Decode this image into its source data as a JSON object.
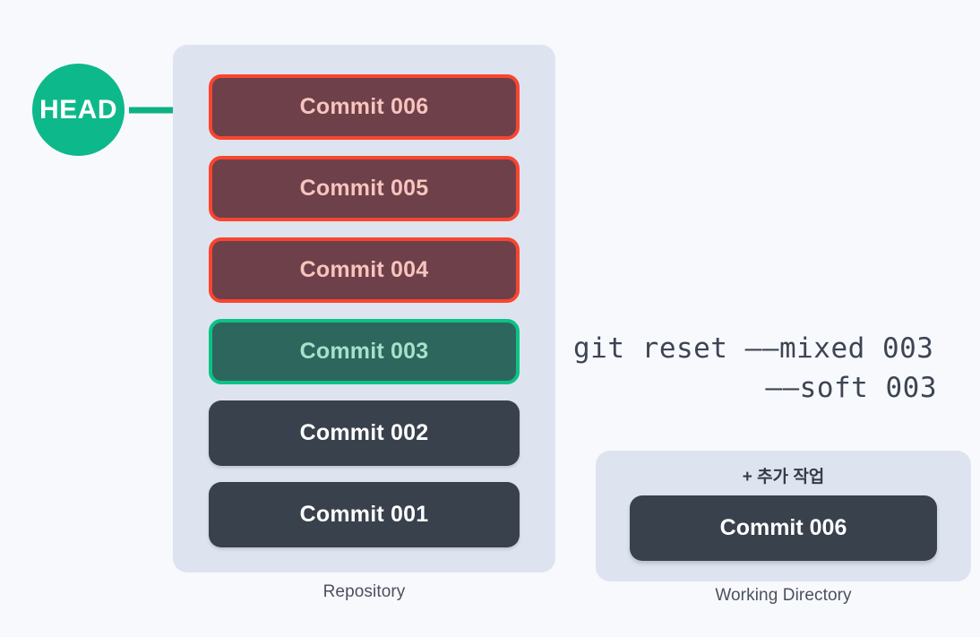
{
  "diagram": {
    "head_marker": {
      "label": "HEAD",
      "arrow_icon": "arrow-right-icon",
      "color": "#0db98a"
    },
    "repository": {
      "caption": "Repository",
      "panel_color": "#dee3f0",
      "commits": [
        {
          "label": "Commit 006",
          "state": "reset-red"
        },
        {
          "label": "Commit 005",
          "state": "reset-red"
        },
        {
          "label": "Commit 004",
          "state": "reset-red"
        },
        {
          "label": "Commit 003",
          "state": "target-green"
        },
        {
          "label": "Commit 002",
          "state": "plain"
        },
        {
          "label": "Commit 001",
          "state": "plain"
        }
      ]
    },
    "command": {
      "line1": "git reset ––mixed 003",
      "line2": "––soft 003"
    },
    "working_directory": {
      "caption": "Working Directory",
      "note": "+ 추가 작업",
      "commit_label": "Commit 006",
      "panel_color": "#dee3f0"
    },
    "colors": {
      "background": "#f8f9fc",
      "panel": "#dee3f0",
      "commit_plain_bg": "#39414c",
      "commit_red_bg": "#6e4049",
      "commit_red_border": "#f9452f",
      "commit_red_text": "#f7c4be",
      "commit_green_bg": "#2d665c",
      "commit_green_border": "#0cc285",
      "commit_green_text": "#a8e0cc",
      "head_green": "#0db98a",
      "caption_text": "#4a515e",
      "command_text": "#3d4554"
    }
  }
}
